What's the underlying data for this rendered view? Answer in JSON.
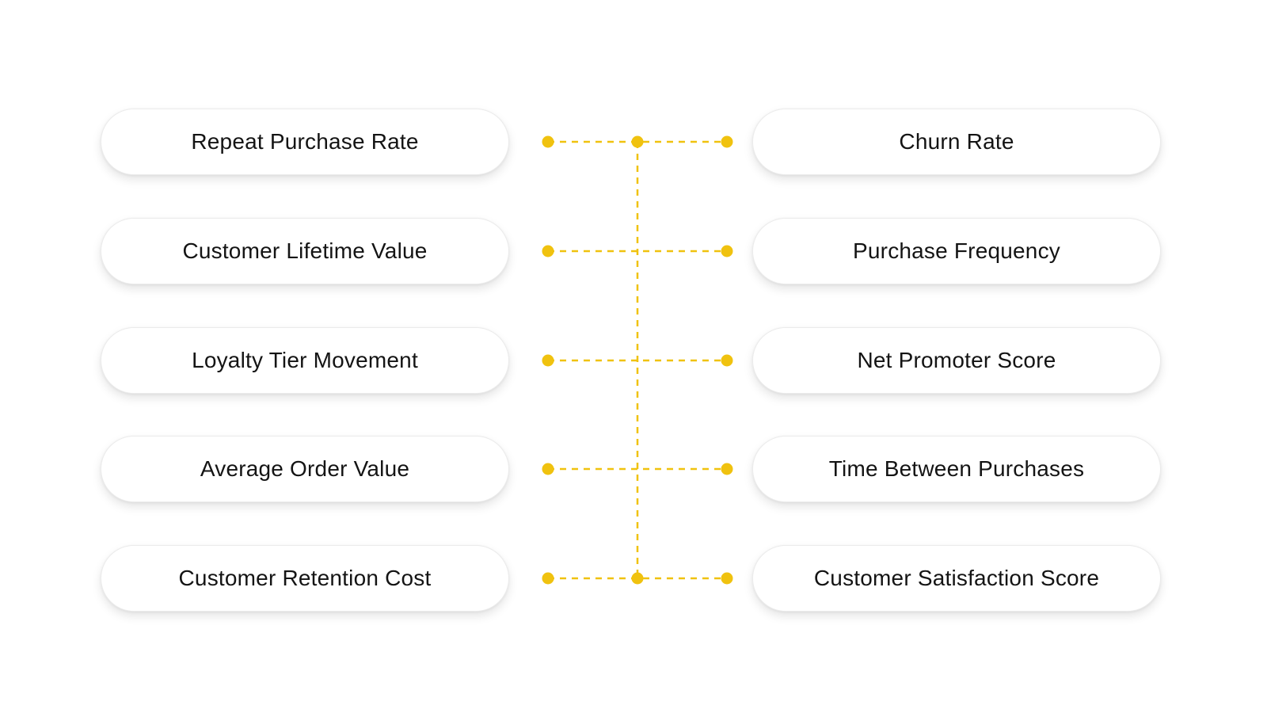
{
  "diagram": {
    "left_items": [
      {
        "label": "Repeat Purchase Rate"
      },
      {
        "label": "Customer Lifetime Value"
      },
      {
        "label": "Loyalty Tier Movement"
      },
      {
        "label": "Average Order Value"
      },
      {
        "label": "Customer Retention Cost"
      }
    ],
    "right_items": [
      {
        "label": "Churn Rate"
      },
      {
        "label": "Purchase Frequency"
      },
      {
        "label": "Net Promoter Score"
      },
      {
        "label": "Time Between Purchases"
      },
      {
        "label": "Customer Satisfaction Score"
      }
    ],
    "connector_color": "#f0c20f"
  }
}
